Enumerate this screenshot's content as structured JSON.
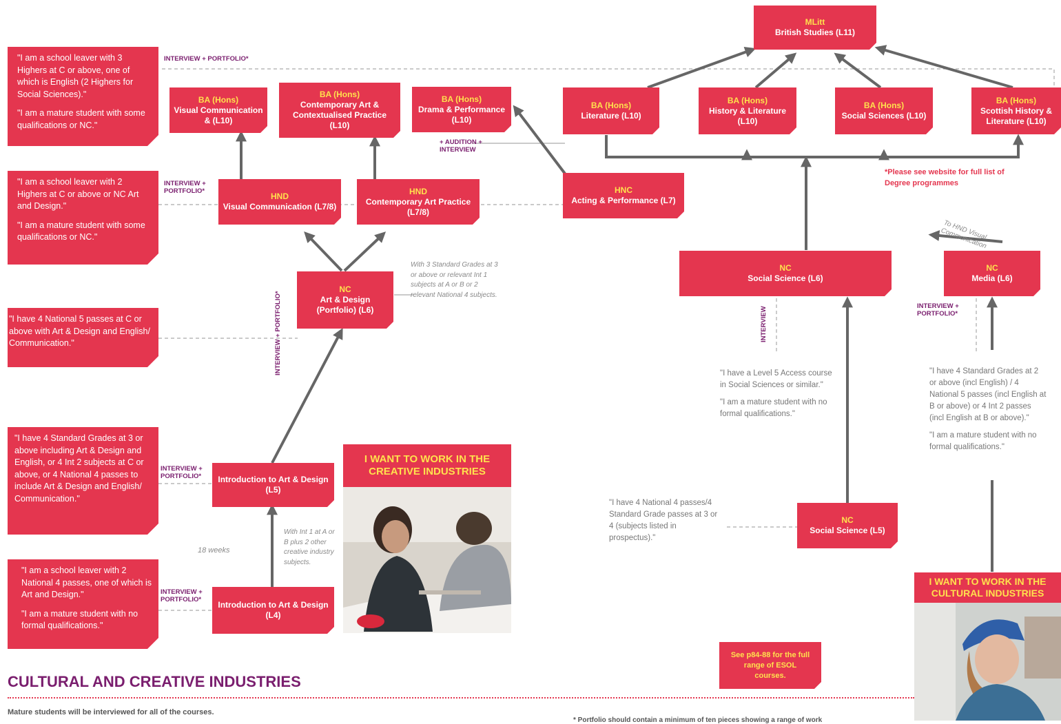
{
  "boxes": {
    "mlitt": {
      "kicker": "MLitt",
      "title": "British Studies (L11)"
    },
    "ba_vis": {
      "kicker": "BA (Hons)",
      "title": "Visual Communication & (L10)"
    },
    "ba_cont": {
      "kicker": "BA (Hons)",
      "title": "Contemporary Art & Contextualised Practice (L10)"
    },
    "ba_drama": {
      "kicker": "BA (Hons)",
      "title": "Drama & Performance (L10)"
    },
    "ba_lit": {
      "kicker": "BA (Hons)",
      "title": "Literature (L10)"
    },
    "ba_hist": {
      "kicker": "BA (Hons)",
      "title": "History & Literature (L10)"
    },
    "ba_soc": {
      "kicker": "BA (Hons)",
      "title": "Social Sciences (L10)"
    },
    "ba_scot": {
      "kicker": "BA (Hons)",
      "title": "Scottish History & Literature (L10)"
    },
    "hnd_vis": {
      "kicker": "HND",
      "title": "Visual Communication (L7/8)"
    },
    "hnd_cont": {
      "kicker": "HND",
      "title": "Contemporary Art Practice (L7/8)"
    },
    "hnc_act": {
      "kicker": "HNC",
      "title": "Acting & Performance (L7)"
    },
    "nc_art": {
      "kicker": "NC",
      "title": "Art & Design (Portfolio) (L6)"
    },
    "nc_soc6": {
      "kicker": "NC",
      "title": "Social Science (L6)"
    },
    "nc_media": {
      "kicker": "NC",
      "title": "Media (L6)"
    },
    "intro5": {
      "title": "Introduction to Art & Design (L5)"
    },
    "intro4": {
      "title": "Introduction to Art & Design (L4)"
    },
    "nc_soc5": {
      "kicker": "NC",
      "title": "Social Science (L5)"
    },
    "esol": {
      "title": "See p84-88 for the full range of ESOL courses."
    }
  },
  "quotes": {
    "q1": {
      "a": "\"I am a school leaver with 3 Highers at C or above, one of which is English (2 Highers for Social Sciences).\"",
      "b": "\"I am a mature student with some qualifications or NC.\""
    },
    "q2": {
      "a": "\"I am a school leaver with 2 Highers at C or above or NC Art and Design.\"",
      "b": "\"I am a mature student with some qualifications or NC.\""
    },
    "q3": {
      "a": "\"I have 4 National 5 passes at C or above with Art & Design and English/ Communication.\""
    },
    "q4": {
      "a": "\"I have 4 Standard Grades at 3 or above including Art & Design and English, or 4 Int 2 subjects at C or above, or 4 National 4 passes to include Art & Design and English/ Communication.\""
    },
    "q5": {
      "a": "\"I am a school leaver with 2 National 4 passes, one of which is Art and Design.\"",
      "b": "\"I am a mature student with no formal qualifications.\""
    }
  },
  "grey_quotes": {
    "soc6": {
      "a": "\"I have a Level 5 Access course in Social Sciences or similar.\"",
      "b": "\"I am a mature student with no formal qualifications.\""
    },
    "media": {
      "a": "\"I have 4 Standard Grades at 2 or above (incl English) / 4 National 5 passes (incl English at B or above) or 4 Int 2 passes (incl English at B or above).\"",
      "b": "\"I am a mature student with no formal qualifications.\""
    },
    "soc5": {
      "a": "\"I have 4 National 4 passes/4 Standard Grade passes at 3 or 4 (subjects listed in prospectus).\""
    }
  },
  "labels": {
    "ip1": "INTERVIEW + PORTFOLIO*",
    "ip2": "INTERVIEW + PORTFOLIO*",
    "ip_intro5": "INTERVIEW + PORTFOLIO*",
    "ip_intro4": "INTERVIEW + PORTFOLIO*",
    "ip_media": "INTERVIEW + PORTFOLIO*",
    "audition": "+ AUDITION + INTERVIEW",
    "ip_vertical": "INTERVIEW + PORTFOLIO*",
    "interview_vertical": "INTERVIEW"
  },
  "notes": {
    "nc_art": "With 3 Standard Grades at 3 or above or relevant Int 1 subjects at A or B or 2 relevant National 4 subjects.",
    "intro4": "With Int 1 at A or B plus 2 other creative industry subjects.",
    "weeks": "18 weeks",
    "to_hnd": "To HND Visual Communication"
  },
  "footnote_website": "*Please see website for full list of Degree programmes",
  "banners": {
    "creative": "I WANT TO WORK IN THE CREATIVE INDUSTRIES",
    "cultural": "I WANT TO WORK IN THE CULTURAL INDUSTRIES"
  },
  "heading": "CULTURAL AND CREATIVE INDUSTRIES",
  "mature_note": "Mature students will be interviewed for all of the courses.",
  "portfolio_note": "* Portfolio should contain a minimum of ten pieces showing a range of work",
  "colors": {
    "accent": "#e4364f",
    "kicker": "#ffe14d",
    "label": "#7a1e6e",
    "arrow": "#666666"
  }
}
